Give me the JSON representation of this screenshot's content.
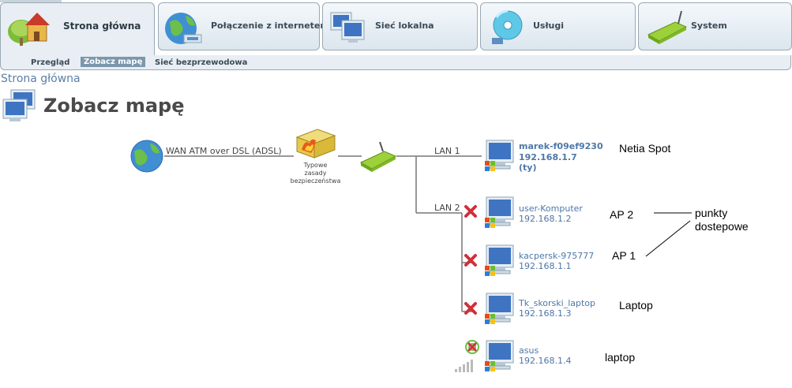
{
  "tabs": [
    {
      "label": "Strona główna",
      "icon": "home-icon",
      "active": true
    },
    {
      "label": "Połączenie z internetem",
      "icon": "globe-icon",
      "active": false
    },
    {
      "label": "Sieć lokalna",
      "icon": "lan-computers-icon",
      "active": false
    },
    {
      "label": "Usługi",
      "icon": "services-disc-icon",
      "active": false
    },
    {
      "label": "System",
      "icon": "router-icon",
      "active": false
    }
  ],
  "subnav": [
    {
      "label": "Przegląd",
      "active": false
    },
    {
      "label": "Zobacz mapę",
      "active": true
    },
    {
      "label": "Sieć bezprzewodowa",
      "active": false
    }
  ],
  "breadcrumb": "Strona główna",
  "page_title": "Zobacz mapę",
  "map": {
    "wan_label": "WAN ATM over DSL (ADSL)",
    "firewall_caption_line1": "Typowe",
    "firewall_caption_line2": "zasady",
    "firewall_caption_line3": "bezpieczeństwa",
    "lan1_label": "LAN 1",
    "lan2_label": "LAN 2",
    "devices": [
      {
        "name": "marek-f09ef9230",
        "ip": "192.168.1.7",
        "self_label": "(ty)",
        "status": "connected"
      },
      {
        "name": "user-Komputer",
        "ip": "192.168.1.2",
        "status": "disconnected"
      },
      {
        "name": "kacpersk-975777",
        "ip": "192.168.1.1",
        "status": "disconnected"
      },
      {
        "name": "Tk_skorski_laptop",
        "ip": "192.168.1.3",
        "status": "disconnected"
      },
      {
        "name": "asus",
        "ip": "192.168.1.4",
        "status": "wireless"
      }
    ]
  },
  "annotations": {
    "netia_spot": "Netia Spot",
    "ap2": "AP 2",
    "ap1": "AP 1",
    "punkty": "punkty",
    "dostepowe": "dostepowe",
    "laptop_cap": "Laptop",
    "laptop_low": "laptop"
  }
}
